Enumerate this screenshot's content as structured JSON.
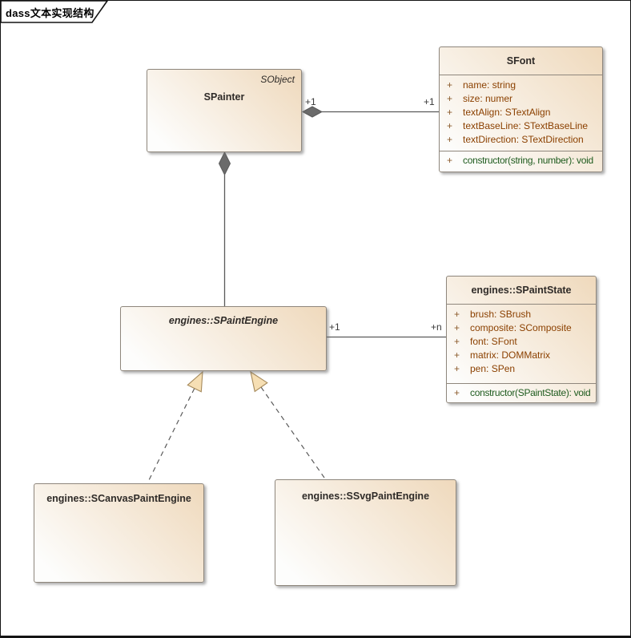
{
  "frame": {
    "tab_label": "dass文本实现结构"
  },
  "ui": {
    "visibility_symbol": "+"
  },
  "colors": {
    "attribute_text": "#8B4000",
    "operation_text": "#1E5B1E",
    "visibility_symbol": "#8B5A2B",
    "title_text": "#2F2B28",
    "label_text": "#3A3A3A",
    "box_border": "#8F877D",
    "box_fill_light": "#FDFDFC",
    "box_fill_dark": "#EFD9BC",
    "connector": "#5A5A5A",
    "diamond_fill": "#6B6B6B",
    "triangle_fill": "#F6DFB4",
    "triangle_border": "#A68A5B"
  },
  "classes": {
    "spainter": {
      "name": "SPainter",
      "stereotype": "SObject"
    },
    "sfont": {
      "name": "SFont",
      "attributes": [
        "name: string",
        "size: numer",
        "textAlign: STextAlign",
        "textBaseLine: STextBaseLine",
        "textDirection: STextDirection"
      ],
      "operations": [
        "constructor(string, number): void"
      ]
    },
    "spaintengine": {
      "name": "engines::SPaintEngine"
    },
    "spaintstate": {
      "name": "engines::SPaintState",
      "attributes": [
        "brush: SBrush",
        "composite: SComposite",
        "font: SFont",
        "matrix: DOMMatrix",
        "pen: SPen"
      ],
      "operations": [
        "constructor(SPaintState): void"
      ]
    },
    "scanvaspaintengine": {
      "name": "engines::SCanvasPaintEngine"
    },
    "ssvgpaintengine": {
      "name": "engines::SSvgPaintEngine"
    }
  },
  "relations": {
    "painter_font": {
      "source_label": "+1",
      "target_label": "+1"
    },
    "engine_state": {
      "source_label": "+1",
      "target_label": "+n"
    }
  }
}
